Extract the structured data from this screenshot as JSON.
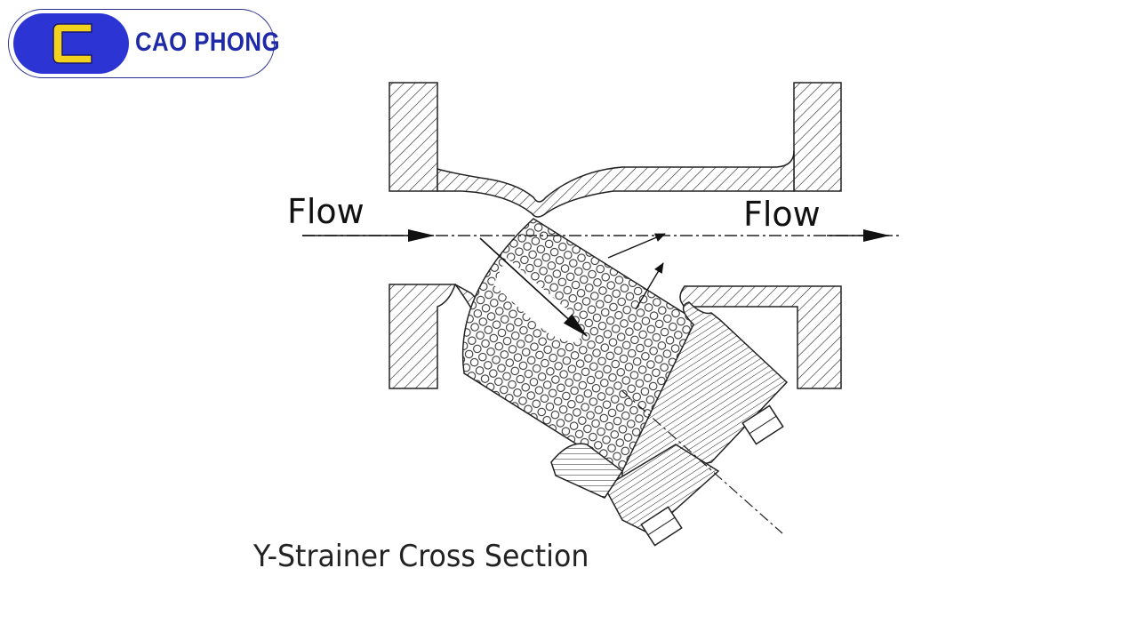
{
  "brand": {
    "name": "CAO PHONG",
    "mark_icon": "c-letter-logo-icon",
    "badge_color": "#2c35d4",
    "mark_color": "#f2d21c",
    "text_color": "#1f2aa8"
  },
  "diagram": {
    "inlet_label": "Flow",
    "outlet_label": "Flow",
    "caption": "Y-Strainer Cross Section"
  }
}
